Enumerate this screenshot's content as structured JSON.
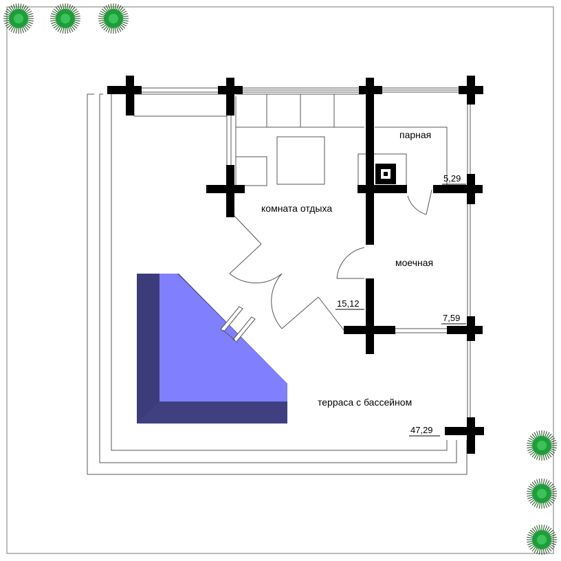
{
  "rooms": {
    "steam_room": "парная",
    "rest_room": "комната отдыха",
    "wash_room": "моечная",
    "terrace": "терраса с бассейном"
  },
  "areas": {
    "steam_room": "5,29",
    "wash_room": "7,59",
    "rest_room": "15,12",
    "terrace": "47,29"
  },
  "colors": {
    "pool_water": "#8080ff",
    "pool_edge": "#404080",
    "pool_edge_light": "#4a4a9a",
    "shrub": "#1e9e3a",
    "walls": "#000000"
  },
  "icons": [
    "shrub-icon",
    "stove-icon"
  ]
}
